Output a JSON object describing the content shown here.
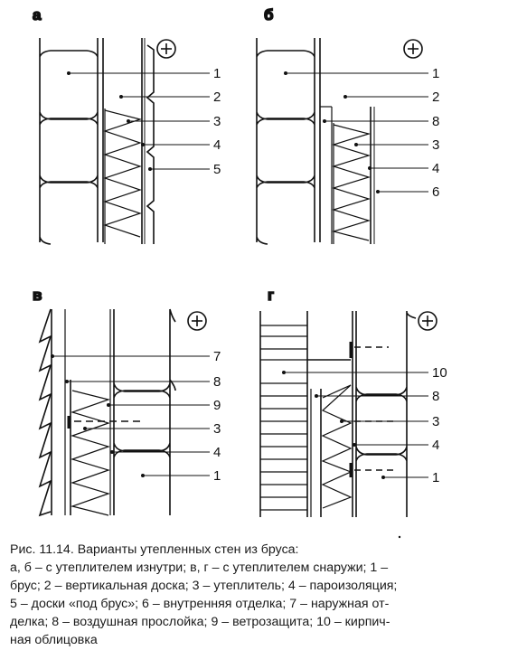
{
  "panels": {
    "a": {
      "label": "а",
      "callouts": [
        "1",
        "2",
        "3",
        "4",
        "5"
      ]
    },
    "b": {
      "label": "б",
      "callouts": [
        "1",
        "2",
        "8",
        "3",
        "4",
        "6"
      ]
    },
    "v": {
      "label": "в",
      "callouts": [
        "7",
        "8",
        "9",
        "3",
        "4",
        "1"
      ]
    },
    "g": {
      "label": "г",
      "callouts": [
        "10",
        "8",
        "3",
        "4",
        "1"
      ]
    }
  },
  "plus_symbol": "+",
  "caption": {
    "lines": [
      "Рис. 11.14. Варианты утепленных стен из бруса:",
      "а, б – с утеплителем изнутри; в, г – с утеплителем снаружи; 1 –",
      "брус; 2 – вертикальная доска; 3 – утеплитель; 4 – пароизоляция;",
      "5 – доски «под брус»; 6 – внутренняя отделка; 7 – наружная от-",
      "делка; 8 – воздушная прослойка; 9 – ветрозащита; 10 – кирпич-",
      "ная облицовка"
    ]
  }
}
